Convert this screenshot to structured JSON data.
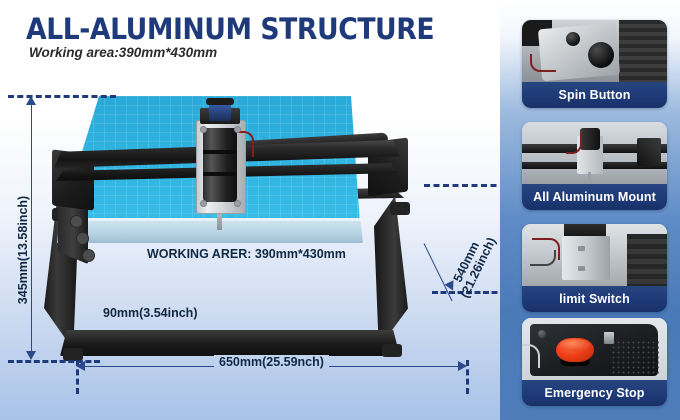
{
  "header": {
    "title": "ALL-ALUMINUM STRUCTURE",
    "subtitle": "Working area:390mm*430mm",
    "title_color": "#1f3a7a"
  },
  "diagram": {
    "worktable_label": "WORKING ARER:  390mm*430mm",
    "table_thickness_label": "90mm(3.54inch)",
    "dimensions": {
      "height": "345mm(13.58inch)",
      "width": "650mm(25.59nch)",
      "depth_line1": "540mm",
      "depth_line2": "(21.26inch)"
    },
    "accent_color": "#1f3a7a",
    "table_color": "#2fb3e0"
  },
  "sidebar": {
    "background_color": "#4a7ab8",
    "caption_color": "#1e3a78",
    "cards": [
      {
        "caption": "Spin Button",
        "photo": "spin-button-photo"
      },
      {
        "caption": "All Aluminum Mount",
        "photo": "aluminum-mount-photo"
      },
      {
        "caption": "limit Switch",
        "photo": "limit-switch-photo"
      },
      {
        "caption": "Emergency Stop",
        "photo": "emergency-stop-photo"
      }
    ]
  }
}
